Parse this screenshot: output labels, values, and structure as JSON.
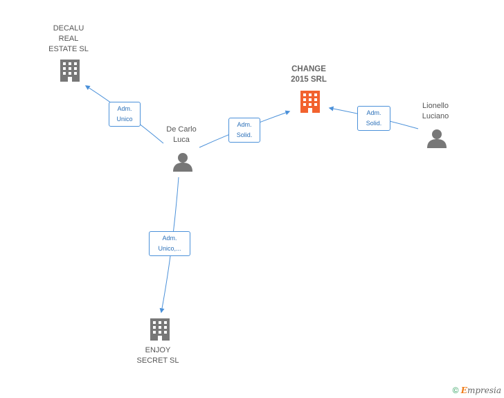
{
  "nodes": {
    "decalu": {
      "label": "DECALU\nREAL\nESTATE SL",
      "type": "company"
    },
    "change": {
      "label": "CHANGE\n2015 SRL",
      "type": "company-focus"
    },
    "enjoy": {
      "label": "ENJOY\nSECRET SL",
      "type": "company"
    },
    "de_carlo": {
      "label": "De Carlo\nLuca",
      "type": "person"
    },
    "lionello": {
      "label": "Lionello\nLuciano",
      "type": "person"
    }
  },
  "edges": {
    "e1": {
      "label": "Adm.\nUnico"
    },
    "e2": {
      "label": "Adm.\nSolid."
    },
    "e3": {
      "label": "Adm.\nSolid."
    },
    "e4": {
      "label": "Adm.\nUnico,..."
    }
  },
  "colors": {
    "edge": "#4a90d9",
    "company": "#777777",
    "company_focus": "#f2622e",
    "person": "#777777"
  },
  "footer": {
    "copyright": "©",
    "brand_e": "E",
    "brand_rest": "mpresia"
  }
}
